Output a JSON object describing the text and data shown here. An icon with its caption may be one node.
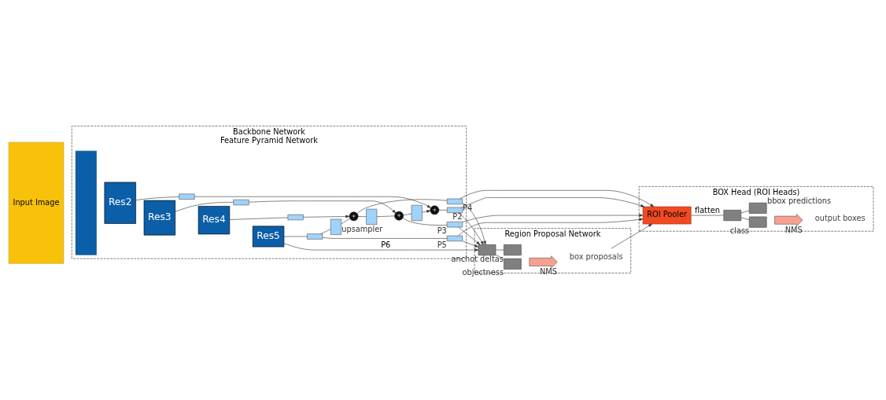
{
  "diagram": {
    "nodes": [
      {
        "text": [
          "Input Image"
        ]
      },
      {
        "text": [
          "Backbone Network",
          "Feature Pyramid Network"
        ]
      },
      {
        "text": [],
        "shape": "trapezoid",
        "in": 1
      },
      {
        "text": [
          "Res2"
        ],
        "in": 1
      },
      {
        "text": [
          "Res3"
        ],
        "in": 1
      },
      {
        "text": [
          "Res4"
        ],
        "in": 1
      },
      {
        "text": [
          "Res5"
        ],
        "in": 1
      },
      {
        "text": [],
        "shape": "box",
        "in": 1
      },
      {
        "text": [],
        "shape": "box",
        "in": 1
      },
      {
        "text": [],
        "shape": "box",
        "in": 1
      },
      {
        "text": [],
        "shape": "box",
        "in": 1
      },
      {
        "text": [
          "+"
        ],
        "in": 1
      },
      {
        "text": [
          "+"
        ],
        "in": 1
      },
      {
        "text": [
          "+"
        ],
        "in": 1
      },
      {
        "text": [],
        "shape": "trapezoid",
        "in": 1
      },
      {
        "text": [],
        "shape": "trapezoid",
        "in": 1
      },
      {
        "text": [],
        "shape": "trapezoid",
        "in": 1,
        "beside": [
          "upsampler"
        ]
      },
      {
        "text": [],
        "shape": "box",
        "in": 1,
        "beside": [
          "P2"
        ]
      },
      {
        "text": [],
        "shape": "box",
        "in": 1,
        "beside": [
          "P3"
        ]
      },
      {
        "text": [],
        "shape": "box",
        "in": 1,
        "beside": [
          "P4"
        ]
      },
      {
        "text": [],
        "shape": "box",
        "in": 1,
        "beside": [
          "P5"
        ]
      },
      {
        "text": [
          "Region Proposal Network"
        ]
      },
      {
        "text": [],
        "shape": "box",
        "in": 21
      },
      {
        "text": [],
        "shape": "box",
        "in": 21,
        "beside": [
          "objectness"
        ]
      },
      {
        "text": [],
        "shape": "box",
        "in": 21,
        "beside": [
          "anchot deltas"
        ]
      },
      {
        "text": [],
        "shape": "arrow",
        "in": 21,
        "beside": [
          "NMS"
        ]
      },
      {
        "text": [
          "box proposals"
        ],
        "in": 21
      },
      {
        "text": [
          "BOX Head (ROI Heads)"
        ]
      },
      {
        "text": [
          "ROI Pooler"
        ],
        "in": 27
      },
      {
        "text": [],
        "shape": "box",
        "in": 27
      },
      {
        "text": [],
        "shape": "box",
        "in": 27,
        "beside": [
          "class"
        ]
      },
      {
        "text": [],
        "shape": "box",
        "in": 27,
        "beside": [
          "bbox predictions"
        ]
      },
      {
        "text": [],
        "shape": "arrow",
        "in": 27,
        "beside": [
          "NMS"
        ]
      },
      {
        "text": [
          "output boxes"
        ],
        "in": 27
      }
    ],
    "edges": [
      {
        "from": 3,
        "to": 7,
        "arrow": "none"
      },
      {
        "from": 7,
        "to": 11,
        "arrow": "to"
      },
      {
        "from": 4,
        "to": 8,
        "arrow": "none"
      },
      {
        "from": 8,
        "to": 12,
        "arrow": "to"
      },
      {
        "from": 5,
        "to": 9,
        "arrow": "none"
      },
      {
        "from": 9,
        "to": 13,
        "arrow": "to"
      },
      {
        "from": 6,
        "to": 10,
        "arrow": "none"
      },
      {
        "from": 10,
        "to": 16,
        "arrow": "none"
      },
      {
        "from": 16,
        "to": 13,
        "arrow": "none"
      },
      {
        "from": 13,
        "to": 15,
        "arrow": "none"
      },
      {
        "from": 15,
        "to": 12,
        "arrow": "none"
      },
      {
        "from": 12,
        "to": 14,
        "arrow": "none"
      },
      {
        "from": 14,
        "to": 11,
        "arrow": "to"
      },
      {
        "from": 11,
        "to": 17,
        "arrow": "none"
      },
      {
        "from": 12,
        "to": 18,
        "arrow": "none"
      },
      {
        "from": 13,
        "to": 19,
        "arrow": "none"
      },
      {
        "from": 10,
        "to": 20,
        "arrow": "none"
      },
      {
        "from": 6,
        "to": 22,
        "arrow": "to",
        "label": "P6"
      },
      {
        "from": 20,
        "to": 22,
        "arrow": "to"
      },
      {
        "from": 19,
        "to": 22,
        "arrow": "to"
      },
      {
        "from": 18,
        "to": 22,
        "arrow": "to"
      },
      {
        "from": 17,
        "to": 22,
        "arrow": "to"
      },
      {
        "from": 22,
        "to": 23,
        "arrow": "none"
      },
      {
        "from": 22,
        "to": 24,
        "arrow": "none"
      },
      {
        "from": 20,
        "to": 28,
        "arrow": "to"
      },
      {
        "from": 19,
        "to": 28,
        "arrow": "to"
      },
      {
        "from": 18,
        "to": 28,
        "arrow": "to"
      },
      {
        "from": 17,
        "to": 28,
        "arrow": "to"
      },
      {
        "from": 26,
        "to": 28,
        "arrow": "to"
      },
      {
        "from": 28,
        "to": 29,
        "arrow": "none",
        "label": "flatten"
      },
      {
        "from": 29,
        "to": 30,
        "arrow": "none"
      },
      {
        "from": 29,
        "to": 31,
        "arrow": "none"
      }
    ]
  }
}
